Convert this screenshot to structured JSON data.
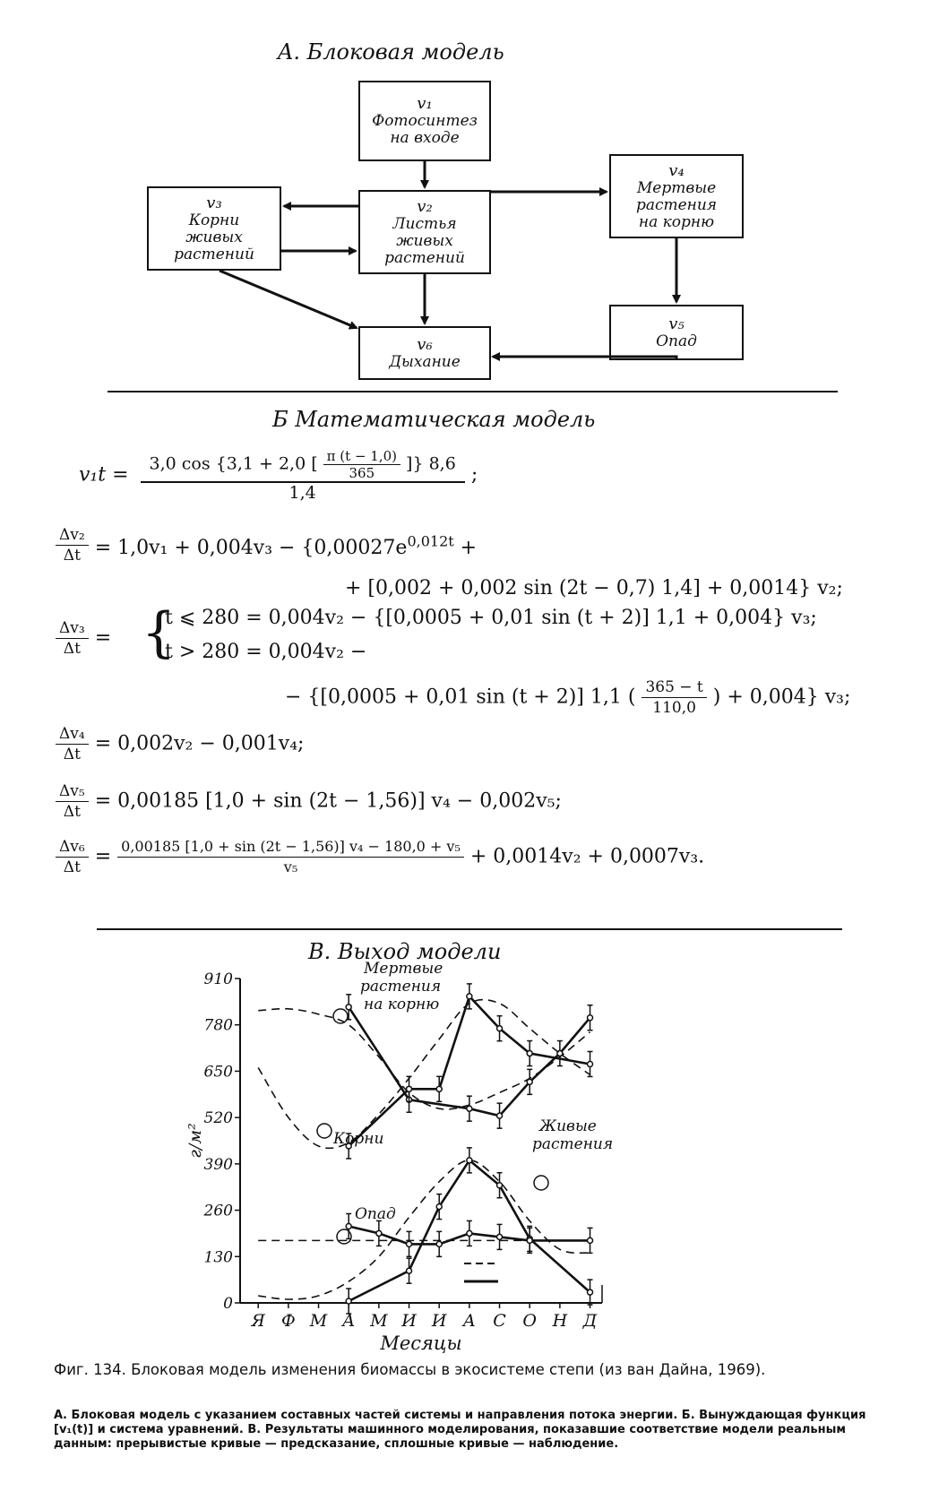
{
  "sectionA": {
    "title": "A.  Блоковая  модель",
    "boxes": [
      {
        "id": "v1",
        "var": "v₁",
        "lines": [
          "Фотосинтез",
          "на входе"
        ]
      },
      {
        "id": "v2",
        "var": "v₂",
        "lines": [
          "Листья",
          "живых",
          "растений"
        ]
      },
      {
        "id": "v3",
        "var": "v₃",
        "lines": [
          "Корни",
          "живых",
          "растений"
        ]
      },
      {
        "id": "v4",
        "var": "v₄",
        "lines": [
          "Мертвые",
          "растения",
          "на корню"
        ]
      },
      {
        "id": "v5",
        "var": "v₅",
        "lines": [
          "Опад"
        ]
      },
      {
        "id": "v6",
        "var": "v₆",
        "lines": [
          "Дыхание"
        ]
      }
    ]
  },
  "sectionB": {
    "title": "Б    Математическая  модель",
    "eq1": {
      "lhs": "v₁t =",
      "num_pre": "3,0 cos {3,1 + 2,0 [",
      "inner_num": "π (t − 1,0)",
      "inner_den": "365",
      "num_post": "]} 8,6",
      "den": "1,4",
      "end": ";"
    },
    "eq2": {
      "lhs_num": "Δv₂",
      "lhs_den": "Δt",
      "line1": "= 1,0v₁ + 0,004v₃ − {0,00027e",
      "line1_sup": "0,012t",
      "line1_end": " +",
      "line2": "+ [0,002 + 0,002 sin (2t − 0,7) 1,4] + 0,0014} v₂;"
    },
    "eq3": {
      "lhs_num": "Δv₃",
      "lhs_den": "Δt",
      "line1": "t ⩽ 280 = 0,004v₂ − {[0,0005 + 0,01 sin (t + 2)] 1,1 + 0,004} v₃;",
      "line2": "t > 280 = 0,004v₂ −",
      "line3_pre": "− {[0,0005 + 0,01 sin (t + 2)] 1,1 (",
      "line3_num": "365 − t",
      "line3_den": "110,0",
      "line3_post": ") + 0,004} v₃;"
    },
    "eq4": {
      "lhs_num": "Δv₄",
      "lhs_den": "Δt",
      "rhs": "= 0,002v₂ − 0,001v₄;"
    },
    "eq5": {
      "lhs_num": "Δv₅",
      "lhs_den": "Δt",
      "rhs": "= 0,00185 [1,0 + sin (2t − 1,56)] v₄ − 0,002v₅;"
    },
    "eq6": {
      "lhs_num": "Δv₆",
      "lhs_den": "Δt",
      "eq": "=",
      "num": "0,00185 [1,0 + sin (2t − 1,56)] v₄ − 180,0 + v₅",
      "den": "v₅",
      "post": "+ 0,0014v₂ + 0,0007v₃."
    }
  },
  "sectionC": {
    "title": "B.  Выход модели"
  },
  "chart_data": {
    "type": "line",
    "xlabel": "Месяцы",
    "ylabel": "г/м²",
    "ylim": [
      0,
      910
    ],
    "yticks": [
      0,
      130,
      260,
      390,
      520,
      650,
      780,
      910
    ],
    "categories": [
      "Я",
      "Ф",
      "М",
      "А",
      "М",
      "И",
      "И",
      "А",
      "С",
      "О",
      "Н",
      "Д"
    ],
    "annotations": [
      "Мертвые растения на корню",
      "Корни",
      "Живые растения",
      "Опад"
    ],
    "series": [
      {
        "name": "Мертвые растения на корню",
        "observed": [
          [
            3,
            830
          ],
          [
            5,
            570
          ],
          [
            7,
            545
          ],
          [
            8,
            525
          ],
          [
            9,
            620
          ],
          [
            10,
            700
          ],
          [
            11,
            800
          ]
        ],
        "predicted": [
          [
            0,
            820
          ],
          [
            1,
            825
          ],
          [
            2,
            810
          ],
          [
            3,
            780
          ],
          [
            4,
            690
          ],
          [
            5,
            590
          ],
          [
            6,
            545
          ],
          [
            7,
            555
          ],
          [
            8,
            590
          ],
          [
            9,
            630
          ],
          [
            10,
            690
          ],
          [
            11,
            760
          ]
        ]
      },
      {
        "name": "Корни",
        "observed": [
          [
            3,
            440
          ],
          [
            5,
            600
          ],
          [
            6,
            600
          ],
          [
            7,
            860
          ],
          [
            8,
            770
          ],
          [
            9,
            700
          ],
          [
            11,
            670
          ]
        ],
        "predicted": [
          [
            0,
            660
          ],
          [
            1,
            520
          ],
          [
            2,
            440
          ],
          [
            3,
            450
          ],
          [
            4,
            530
          ],
          [
            5,
            630
          ],
          [
            6,
            740
          ],
          [
            7,
            840
          ],
          [
            8,
            840
          ],
          [
            9,
            770
          ],
          [
            10,
            700
          ],
          [
            11,
            640
          ]
        ]
      },
      {
        "name": "Живые растения",
        "observed": [
          [
            3,
            5
          ],
          [
            5,
            90
          ],
          [
            6,
            270
          ],
          [
            7,
            400
          ],
          [
            8,
            330
          ],
          [
            9,
            180
          ],
          [
            11,
            30
          ]
        ],
        "predicted": [
          [
            0,
            20
          ],
          [
            1,
            10
          ],
          [
            2,
            20
          ],
          [
            3,
            60
          ],
          [
            4,
            130
          ],
          [
            5,
            240
          ],
          [
            6,
            340
          ],
          [
            7,
            400
          ],
          [
            8,
            340
          ],
          [
            9,
            230
          ],
          [
            10,
            150
          ],
          [
            11,
            140
          ]
        ]
      },
      {
        "name": "Опад",
        "observed": [
          [
            3,
            215
          ],
          [
            4,
            195
          ],
          [
            5,
            165
          ],
          [
            6,
            165
          ],
          [
            7,
            195
          ],
          [
            8,
            185
          ],
          [
            9,
            175
          ],
          [
            11,
            175
          ]
        ],
        "predicted": [
          [
            0,
            175
          ],
          [
            11,
            175
          ]
        ]
      }
    ]
  },
  "caption": {
    "main": "Фиг. 134. Блоковая модель изменения биомассы в экосистеме степи (из ван Дайна, 1969).",
    "note": "А. Блоковая модель с указанием составных частей системы и направления потока энергии. Б. Вынуждающая функция [v₁(t)] и система уравнений. В. Результаты машинного моделирования, показавшие соответствие модели реальным данным: прерывистые кривые — предсказание, сплошные кривые — наблюдение."
  }
}
